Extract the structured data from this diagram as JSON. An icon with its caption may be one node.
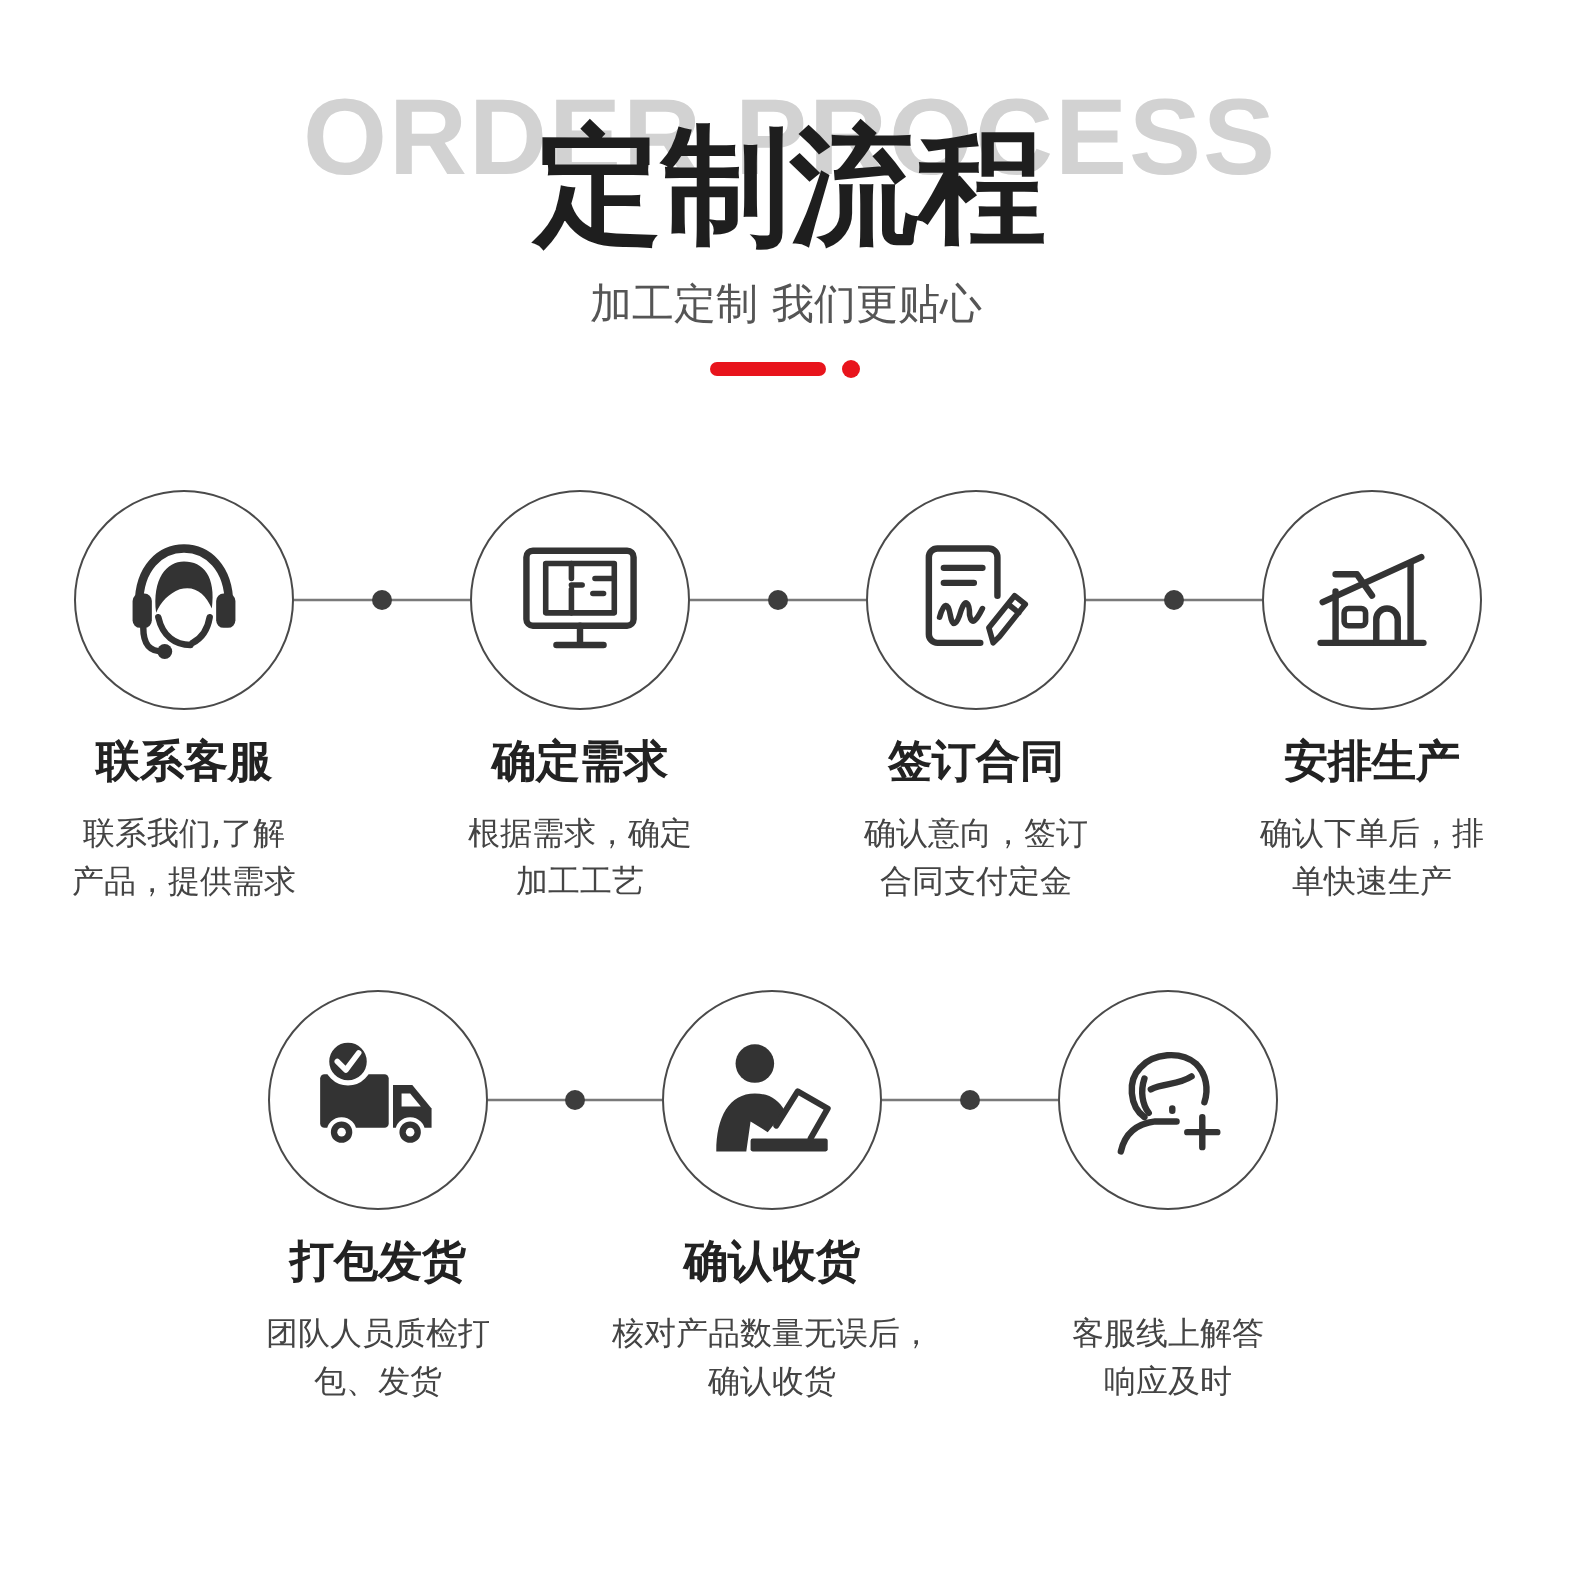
{
  "diagram": {
    "title": "定制流程",
    "nodes": [
      {
        "text": [
          "联系客服",
          "联系我们,了解产品，提供需求"
        ]
      },
      {
        "text": [
          "确定需求",
          "根据需求，确定加工工艺"
        ]
      },
      {
        "text": [
          "签订合同",
          "确认意向，签订合同支付定金"
        ]
      },
      {
        "text": [
          "安排生产",
          "确认下单后，排单快速生产"
        ]
      },
      {
        "text": [
          "打包发货",
          "团队人员质检打包、发货"
        ]
      },
      {
        "text": [
          "确认收货",
          "核对产品数量无误后，确认收货"
        ]
      },
      {
        "text": [
          "客服线上解答响应及时"
        ]
      }
    ],
    "edges": [
      {
        "from": 0,
        "to": 1,
        "arrow": "none"
      },
      {
        "from": 1,
        "to": 2,
        "arrow": "none"
      },
      {
        "from": 2,
        "to": 3,
        "arrow": "none"
      },
      {
        "from": 4,
        "to": 5,
        "arrow": "none"
      },
      {
        "from": 5,
        "to": 6,
        "arrow": "none"
      }
    ],
    "labels": [
      "ORDER PROCESS",
      "加工定制 我们更贴心"
    ]
  }
}
